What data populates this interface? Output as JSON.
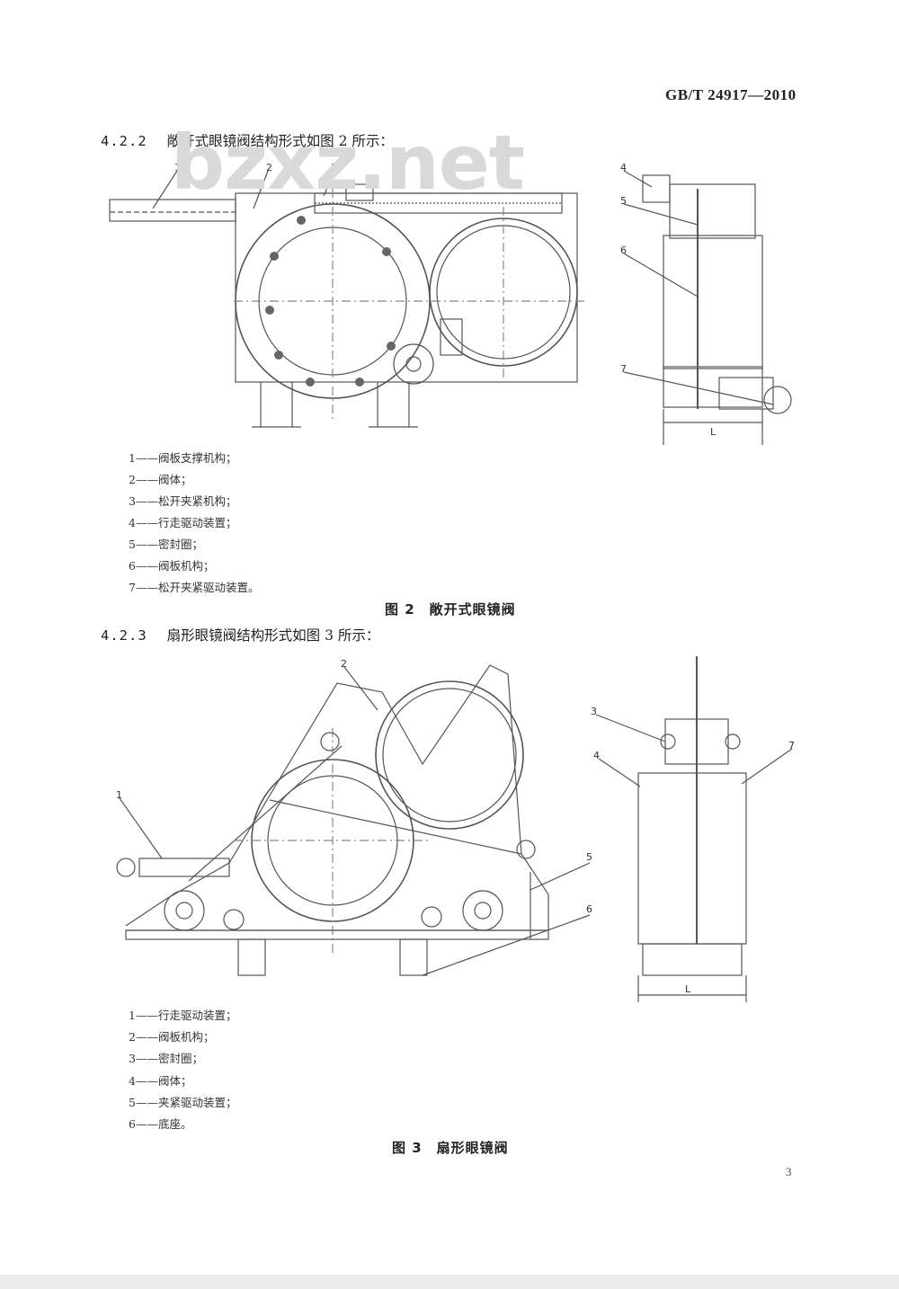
{
  "header": {
    "standard_code": "GB/T 24917—2010"
  },
  "watermark": "bzxz.net",
  "clause_422": {
    "number": "4.2.2",
    "text": "敞开式眼镜阀结构形式如图 2 所示："
  },
  "figure2": {
    "callouts": [
      "1",
      "2",
      "3",
      "4",
      "5",
      "6",
      "7"
    ],
    "dimension_label": "L",
    "legend": [
      "1——阀板支撑机构；",
      "2——阀体；",
      "3——松开夹紧机构；",
      "4——行走驱动装置；",
      "5——密封圈；",
      "6——阀板机构；",
      "7——松开夹紧驱动装置。"
    ],
    "caption": "图 2　敞开式眼镜阀"
  },
  "clause_423": {
    "number": "4.2.3",
    "text": "扇形眼镜阀结构形式如图 3 所示："
  },
  "figure3": {
    "callouts": [
      "1",
      "2",
      "3",
      "4",
      "5",
      "6",
      "7"
    ],
    "dimension_label": "L",
    "legend": [
      "1——行走驱动装置；",
      "2——阀板机构；",
      "3——密封圈；",
      "4——阀体；",
      "5——夹紧驱动装置；",
      "6——底座。"
    ],
    "caption": "图 3　扇形眼镜阀"
  },
  "footer": {
    "page_number": "3"
  }
}
